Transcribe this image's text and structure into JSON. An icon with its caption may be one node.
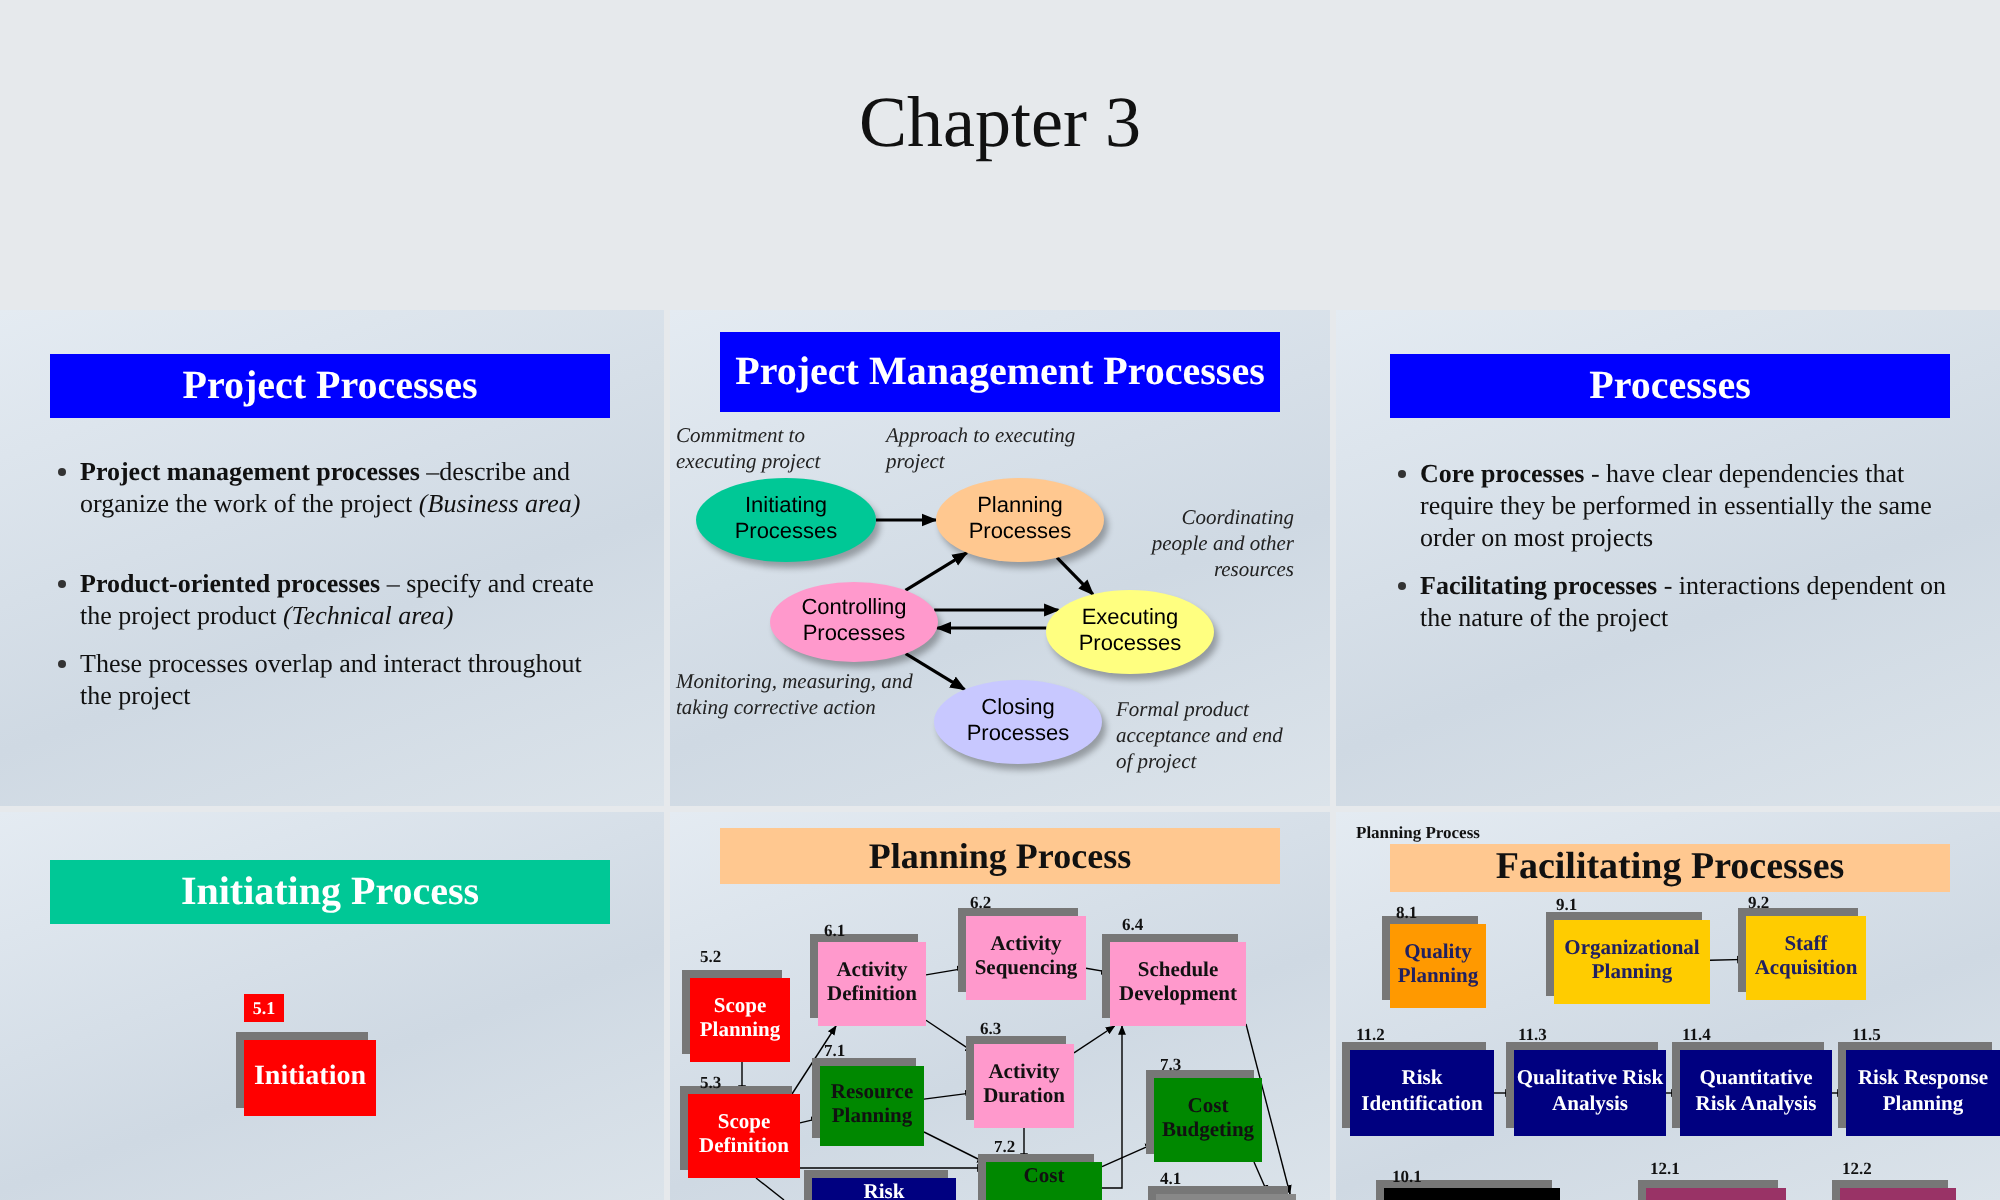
{
  "diagram": {
    "title": "Chapter 3",
    "nodes": [
      {
        "text": [
          "Project Processes"
        ]
      },
      {
        "text": [
          "Project Management Processes"
        ]
      },
      {
        "text": [
          "Initiating Processes"
        ],
        "beside": [
          "Commitment to executing project"
        ]
      },
      {
        "text": [
          "Planning Processes"
        ],
        "beside": [
          "Approach to executing project"
        ]
      },
      {
        "text": [
          "Controlling Processes"
        ],
        "beside": [
          "Monitoring, measuring, and taking corrective action"
        ]
      },
      {
        "text": [
          "Executing Processes"
        ],
        "beside": [
          "Coordinating people and other resources"
        ]
      },
      {
        "text": [
          "Closing Processes"
        ],
        "beside": [
          "Formal product acceptance and end of project"
        ]
      },
      {
        "text": [
          "Processes"
        ]
      },
      {
        "text": [
          "Initiating Process"
        ]
      },
      {
        "text": [
          "Initiation"
        ],
        "beside": [
          "5.1"
        ]
      },
      {
        "text": [
          "Planning Process"
        ]
      },
      {
        "text": [
          "Scope Planning"
        ],
        "beside": [
          "5.2"
        ]
      },
      {
        "text": [
          "Scope Definition"
        ],
        "beside": [
          "5.3"
        ]
      },
      {
        "text": [
          "Activity Definition"
        ],
        "beside": [
          "6.1"
        ]
      },
      {
        "text": [
          "Activity Sequencing"
        ],
        "beside": [
          "6.2"
        ]
      },
      {
        "text": [
          "Activity Duration"
        ],
        "beside": [
          "6.3"
        ]
      },
      {
        "text": [
          "Schedule Development"
        ],
        "beside": [
          "6.4"
        ]
      },
      {
        "text": [
          "Resource Planning"
        ],
        "beside": [
          "7.1"
        ]
      },
      {
        "text": [
          "Cost"
        ],
        "beside": [
          "7.2"
        ]
      },
      {
        "text": [
          "Cost Budgeting"
        ],
        "beside": [
          "7.3"
        ]
      },
      {
        "text": [
          "Risk"
        ]
      },
      {
        "text": [],
        "shape": "box",
        "beside": [
          "4.1"
        ]
      },
      {
        "text": [
          "Facilitating Processes"
        ]
      },
      {
        "text": [
          "Quality Planning"
        ],
        "beside": [
          "8.1"
        ]
      },
      {
        "text": [
          "Organizational Planning"
        ],
        "beside": [
          "9.1"
        ]
      },
      {
        "text": [
          "Staff Acquisition"
        ],
        "beside": [
          "9.2"
        ]
      },
      {
        "text": [
          "Risk Identification"
        ],
        "beside": [
          "11.2"
        ]
      },
      {
        "text": [
          "Qualitative Risk Analysis"
        ],
        "beside": [
          "11.3"
        ]
      },
      {
        "text": [
          "Quantitative Risk Analysis"
        ],
        "beside": [
          "11.4"
        ]
      },
      {
        "text": [
          "Risk Response Planning"
        ],
        "beside": [
          "11.5"
        ]
      },
      {
        "text": [],
        "shape": "box",
        "beside": [
          "10.1"
        ]
      },
      {
        "text": [],
        "shape": "box",
        "beside": [
          "12.1"
        ]
      },
      {
        "text": [],
        "shape": "box",
        "beside": [
          "12.2"
        ]
      }
    ],
    "edges": [
      {
        "from": 2,
        "to": 3,
        "arrow": "to"
      },
      {
        "from": 4,
        "to": 3,
        "arrow": "to"
      },
      {
        "from": 3,
        "to": 5,
        "arrow": "to"
      },
      {
        "from": 4,
        "to": 5,
        "arrow": "to"
      },
      {
        "from": 5,
        "to": 4,
        "arrow": "to"
      },
      {
        "from": 4,
        "to": 6,
        "arrow": "to"
      },
      {
        "from": 11,
        "to": 12,
        "arrow": "to"
      },
      {
        "from": 12,
        "to": 13,
        "arrow": "to"
      },
      {
        "from": 12,
        "to": 17,
        "arrow": "to"
      },
      {
        "from": 12,
        "to": 18,
        "arrow": "to"
      },
      {
        "from": 13,
        "to": 14,
        "arrow": "to"
      },
      {
        "from": 13,
        "to": 15,
        "arrow": "to"
      },
      {
        "from": 14,
        "to": 16,
        "arrow": "to"
      },
      {
        "from": 15,
        "to": 16,
        "arrow": "to"
      },
      {
        "from": 17,
        "to": 15,
        "arrow": "to"
      },
      {
        "from": 17,
        "to": 18,
        "arrow": "to"
      },
      {
        "from": 15,
        "to": 18,
        "arrow": "to"
      },
      {
        "from": 18,
        "to": 19,
        "arrow": "to"
      },
      {
        "from": 16,
        "to": 21,
        "arrow": "to"
      },
      {
        "from": 19,
        "to": 21,
        "arrow": "to"
      },
      {
        "from": 12,
        "to": null,
        "arrow": "none"
      },
      {
        "from": 18,
        "to": 16,
        "arrow": "to"
      },
      {
        "from": 24,
        "to": 25,
        "arrow": "to"
      },
      {
        "from": 26,
        "to": 27,
        "arrow": "to"
      },
      {
        "from": 27,
        "to": 28,
        "arrow": "to"
      },
      {
        "from": 28,
        "to": 29,
        "arrow": "to"
      }
    ],
    "labels": [
      "**Project management processes** –describe and organize the work of the project *(Business area)*",
      "**Product-oriented processes** –  specify and create the project product *(Technical area)*",
      "These processes overlap and interact throughout the project",
      "**Core processes** - have clear dependencies that require they be performed in essentially the same order on most projects",
      "**Facilitating processes** - interactions dependent on the nature of the project",
      "Planning Process"
    ]
  }
}
